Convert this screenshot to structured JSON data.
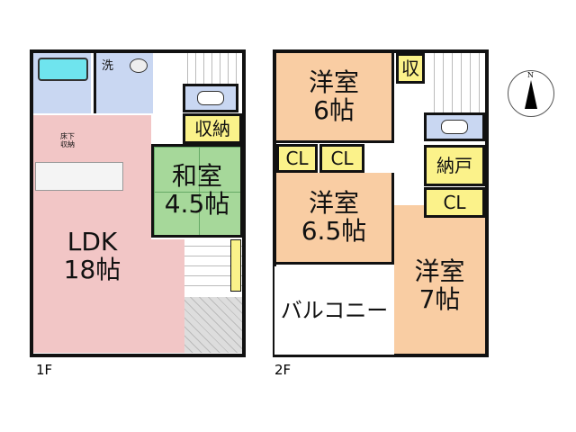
{
  "floor1": {
    "label": "1F",
    "rooms": {
      "ldk_name": "LDK",
      "ldk_size": "18帖",
      "washitsu_name": "和室",
      "washitsu_size": "4.5帖",
      "storage": "収納",
      "wash": "洗",
      "underfloor": "床下\n収納"
    }
  },
  "floor2": {
    "label": "2F",
    "rooms": {
      "room6_name": "洋室",
      "room6_size": "6帖",
      "room65_name": "洋室",
      "room65_size": "6.5帖",
      "room7_name": "洋室",
      "room7_size": "7帖",
      "cl1": "CL",
      "cl2": "CL",
      "cl3": "CL",
      "nando": "納戸",
      "shu": "収",
      "balcony": "バルコニー"
    }
  },
  "compass": {
    "label": "N"
  },
  "colors": {
    "ldk": "#f2c6c6",
    "wet": "#c9d7f2",
    "storage": "#fbf28a",
    "washitsu": "#a6d89a",
    "western": "#f9cda3"
  }
}
